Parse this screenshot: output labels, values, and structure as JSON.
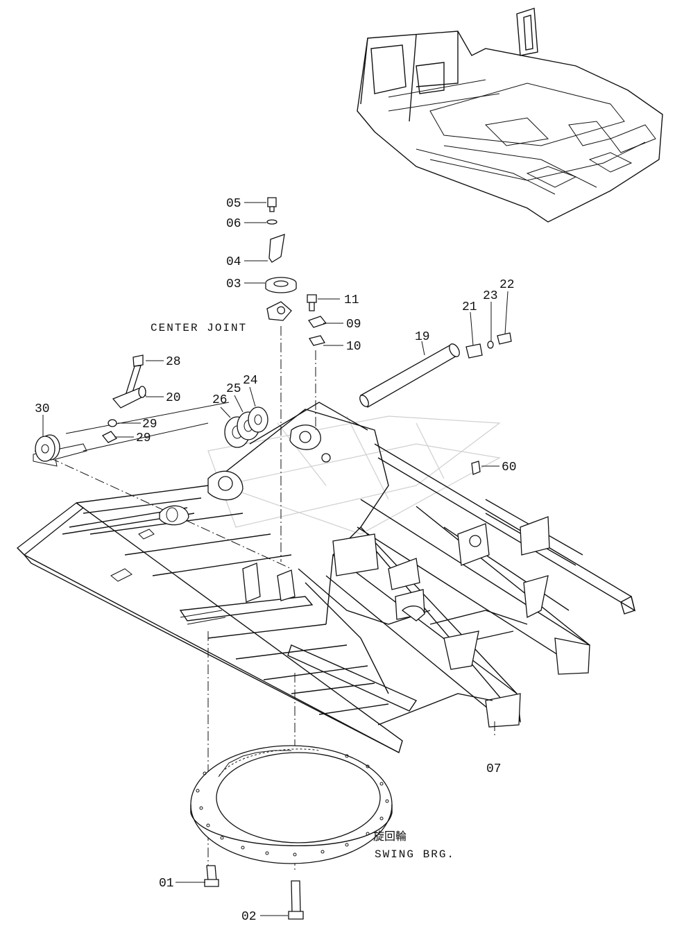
{
  "labels": {
    "l05": "05",
    "l06": "06",
    "l04": "04",
    "l03": "03",
    "l11": "11",
    "l09": "09",
    "l10": "10",
    "l21": "21",
    "l23": "23",
    "l22": "22",
    "l19": "19",
    "l28": "28",
    "l20": "20",
    "l29a": "29",
    "l29b": "29",
    "l30": "30",
    "l26": "26",
    "l25": "25",
    "l24": "24",
    "l60": "60",
    "l07": "07",
    "l01": "01",
    "l02": "02"
  },
  "captions": {
    "center_joint": "CENTER JOINT",
    "swing_jp": "旋回輪",
    "swing_en": "SWING BRG."
  }
}
